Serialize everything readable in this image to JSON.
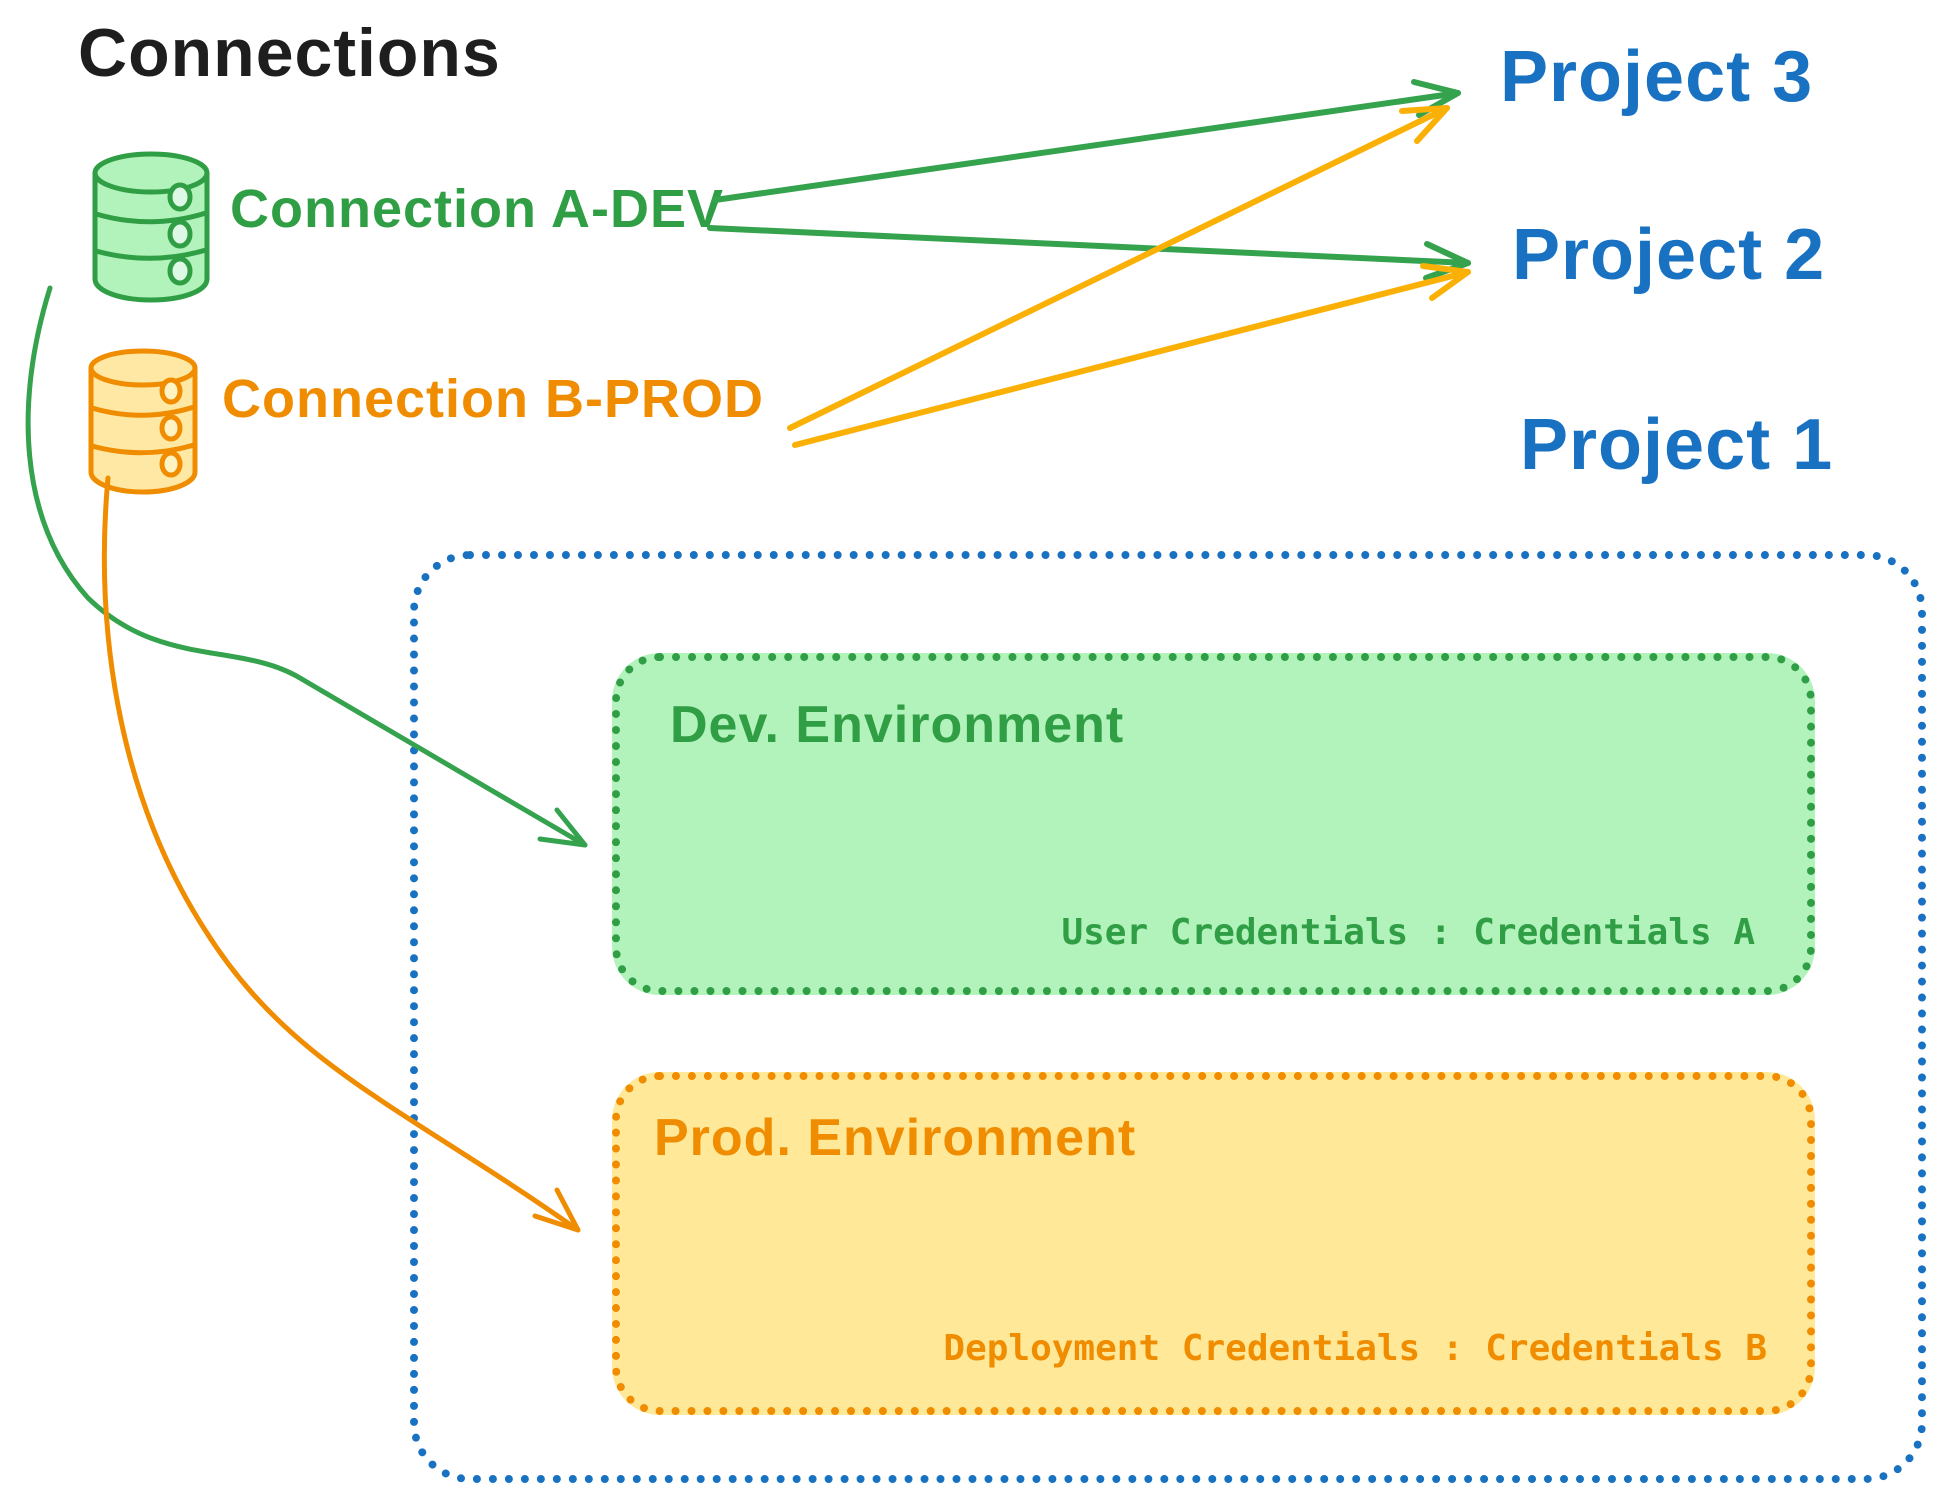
{
  "diagram": {
    "title": "Connections",
    "connections": [
      {
        "label": "Connection A-DEV",
        "icon": "database-icon",
        "color": "#2f9e44"
      },
      {
        "label": "Connection B-PROD",
        "icon": "database-icon",
        "color": "#f08c00"
      }
    ],
    "projects": [
      {
        "label": "Project 3"
      },
      {
        "label": "Project 2"
      },
      {
        "label": "Project 1"
      }
    ],
    "project1_detail": {
      "environments": [
        {
          "name": "Dev. Environment",
          "credentials_text": "User Credentials : Credentials A",
          "theme": "green"
        },
        {
          "name": "Prod. Environment",
          "credentials_text": "Deployment Credentials : Credentials B",
          "theme": "orange"
        }
      ]
    },
    "edges": [
      {
        "from": "Connection A-DEV",
        "to": "Project 3",
        "color": "green",
        "style": "straight"
      },
      {
        "from": "Connection A-DEV",
        "to": "Project 2",
        "color": "green",
        "style": "straight"
      },
      {
        "from": "Connection B-PROD",
        "to": "Project 3",
        "color": "orange",
        "style": "straight"
      },
      {
        "from": "Connection B-PROD",
        "to": "Project 2",
        "color": "orange",
        "style": "straight"
      },
      {
        "from": "Connection A-DEV",
        "to": "Dev. Environment",
        "color": "green",
        "style": "curved"
      },
      {
        "from": "Connection B-PROD",
        "to": "Prod. Environment",
        "color": "orange",
        "style": "curved"
      }
    ]
  },
  "colors": {
    "ink": "#1e1e1e",
    "blue": "#1971c2",
    "green_stroke": "#2f9e44",
    "green_fill": "#b2f2bb",
    "orange_stroke": "#f08c00",
    "orange_fill": "#ffe999",
    "orange_arrow": "#fab005"
  }
}
